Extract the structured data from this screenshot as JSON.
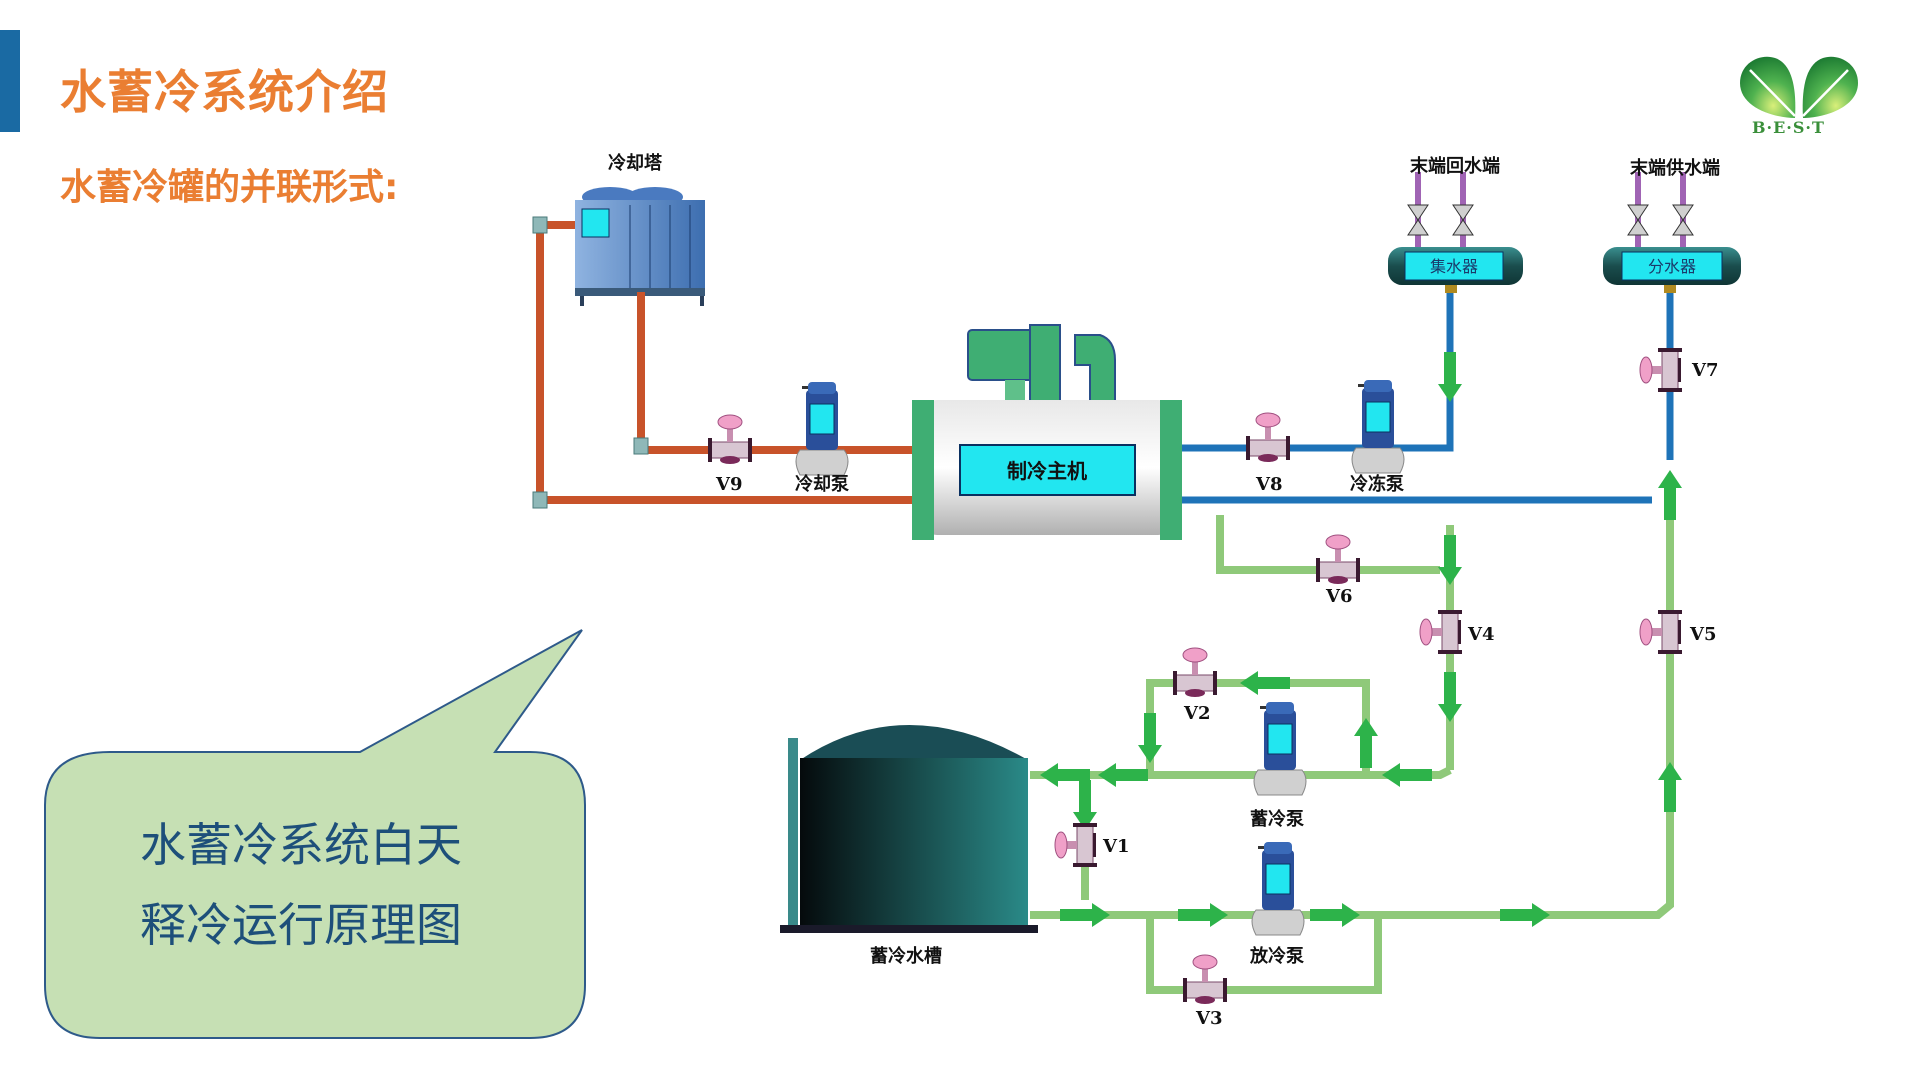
{
  "header": {
    "title": "水蓄冷系统介绍",
    "subtitle": "水蓄冷罐的并联形式:",
    "accent_color": "#1a6aa3",
    "title_color": "#ea7e32"
  },
  "logo": {
    "icon": "twin-leaf-logo-icon",
    "text": "B·E·S·T"
  },
  "diagram": {
    "components": {
      "cooling_tower": "冷却塔",
      "cooling_pump": "冷却泵",
      "chiller": "制冷主机",
      "chilled_pump": "冷冻泵",
      "return_end": "末端回水端",
      "supply_end": "末端供水端",
      "collector": "集水器",
      "distributor": "分水器",
      "storage_pump": "蓄冷泵",
      "discharge_pump": "放冷泵",
      "storage_tank": "蓄冷水槽"
    },
    "valves": {
      "v1": "V1",
      "v2": "V2",
      "v3": "V3",
      "v4": "V4",
      "v5": "V5",
      "v6": "V6",
      "v7": "V7",
      "v8": "V8",
      "v9": "V9"
    },
    "colors": {
      "cooling_water": "#c8532a",
      "chilled_water": "#1e73b8",
      "storage_loop": "#8fc97a",
      "flow_arrow": "#2db34a",
      "valve_pink": "#f0a0c8",
      "tank": "#1f7b78"
    }
  },
  "callout": {
    "line1": "水蓄冷系统白天",
    "line2": "释冷运行原理图",
    "fill": "#c6e0b4",
    "border": "#2e5a8a"
  }
}
